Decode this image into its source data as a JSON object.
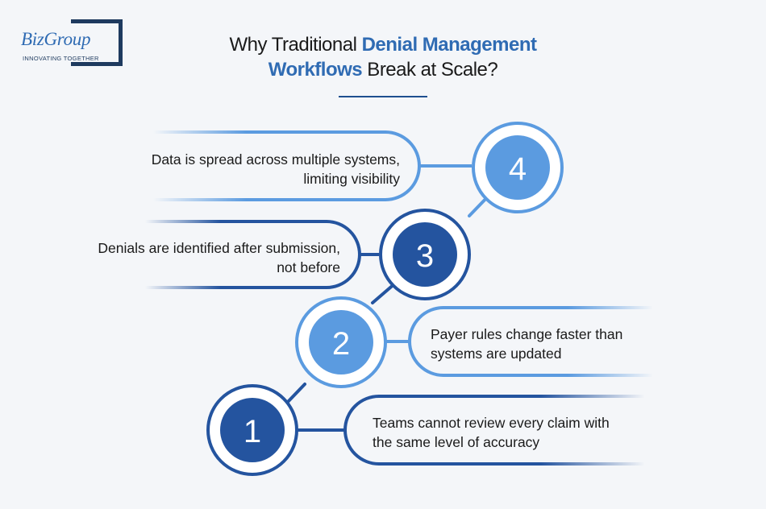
{
  "brand": {
    "name": "BizGroup",
    "tagline": "INNOVATING TOGETHER"
  },
  "title": {
    "part1": "Why Traditional ",
    "highlight1": "Denial Management",
    "highlight2": "Workflows",
    "part2": " Break at Scale?"
  },
  "colors": {
    "light_blue": "#5b9be0",
    "dark_blue": "#24549f",
    "ring_outer_light": "#e3ecf8",
    "title_highlight": "#2f6bb3"
  },
  "steps": [
    {
      "number": "1",
      "text_line1": "Teams cannot review every claim with",
      "text_line2": "the same level of accuracy"
    },
    {
      "number": "2",
      "text_line1": "Payer rules change faster than",
      "text_line2": "systems are updated"
    },
    {
      "number": "3",
      "text_line1": "Denials are identified after submission,",
      "text_line2": "not before"
    },
    {
      "number": "4",
      "text_line1": "Data is spread across multiple systems,",
      "text_line2": "limiting visibility"
    }
  ]
}
